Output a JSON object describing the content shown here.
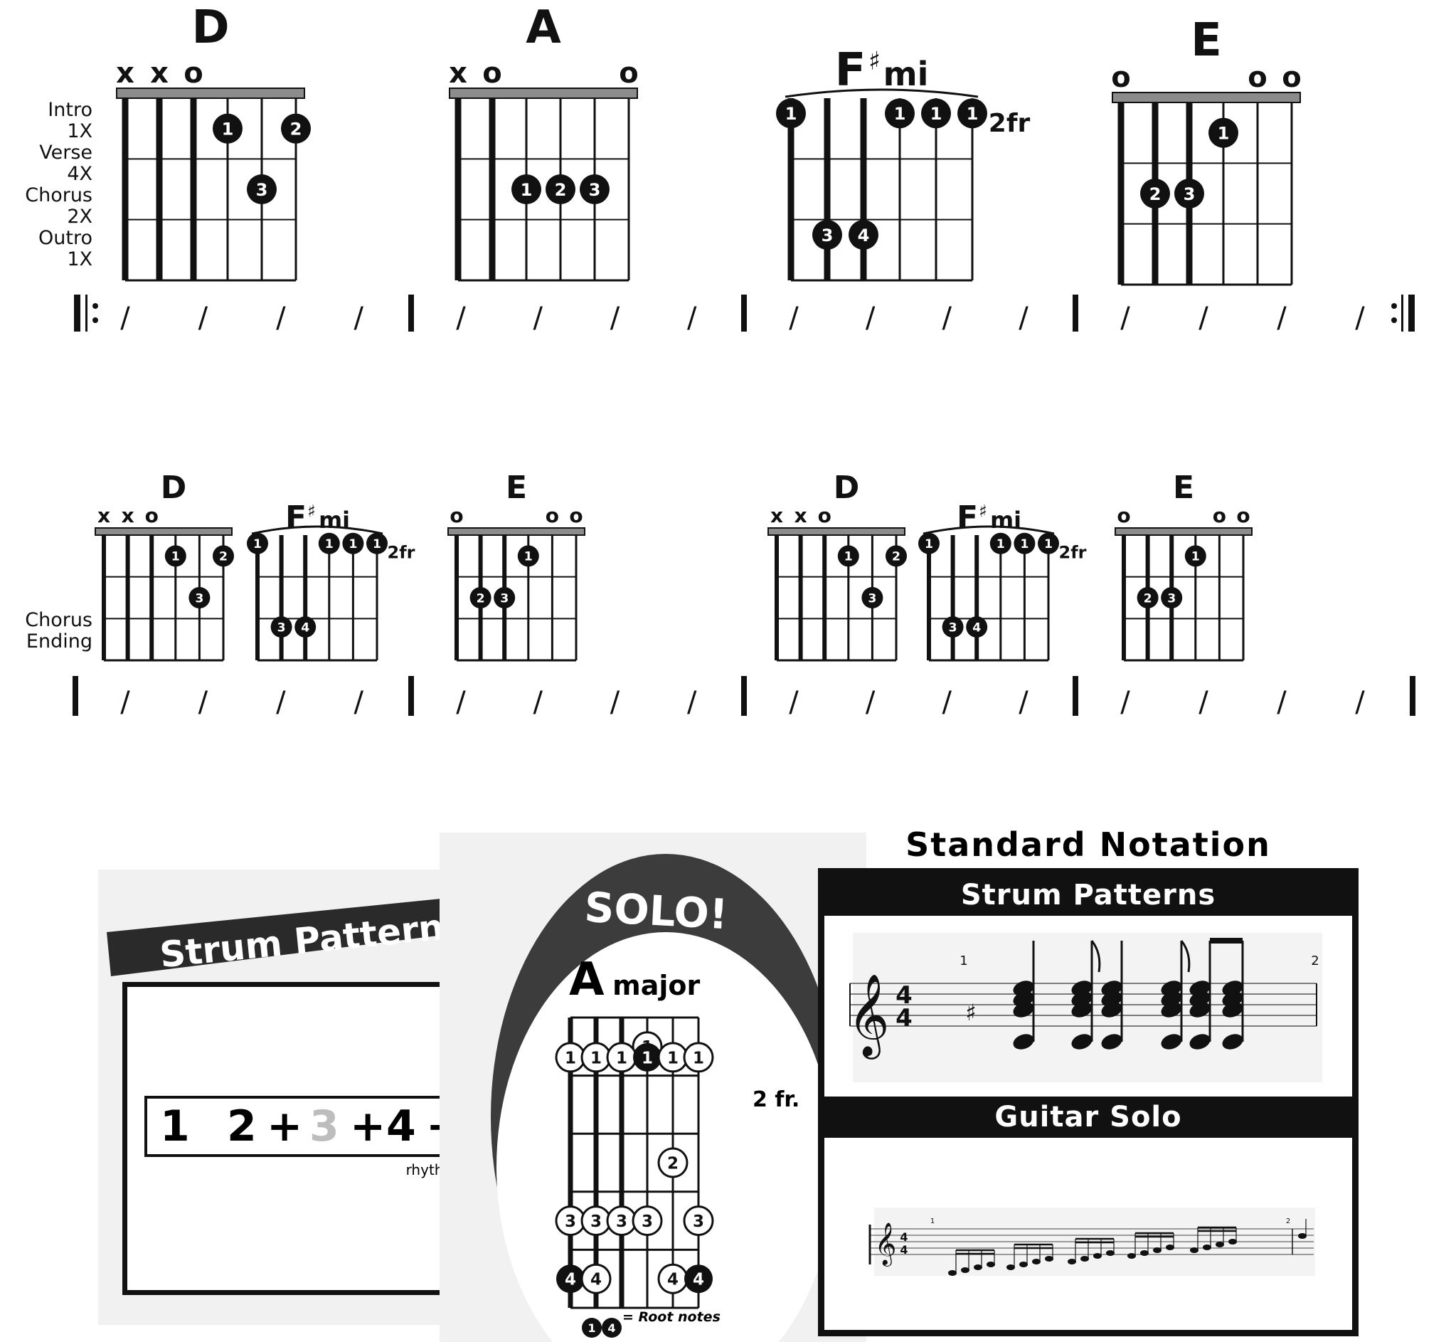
{
  "row1": {
    "chords": [
      {
        "name": "D",
        "top_marks": "x x o",
        "fingers": [
          "1",
          "2",
          "3"
        ]
      },
      {
        "name": "A",
        "top_marks": "x o      o",
        "fingers": [
          "1",
          "2",
          "3"
        ]
      },
      {
        "name": "F",
        "sharp": "♯",
        "suffix": "mi",
        "fret_label": "2fr",
        "fingers": [
          "1",
          "1",
          "1",
          "1",
          "3",
          "4"
        ]
      },
      {
        "name": "E",
        "top_marks": "o      o o",
        "fingers": [
          "1",
          "2",
          "3"
        ]
      }
    ],
    "section_labels": [
      "Intro",
      "1X",
      "Verse",
      "4X",
      "Chorus",
      "2X",
      "Outro",
      "1X"
    ],
    "slash": "/"
  },
  "row2": {
    "chords": [
      {
        "name": "D",
        "top_marks": "x x o"
      },
      {
        "name": "F",
        "sharp": "♯",
        "suffix": "mi",
        "fret_label": "2fr"
      },
      {
        "name": "E",
        "top_marks": "o     o o"
      },
      {
        "name": "D",
        "top_marks": "x x o"
      },
      {
        "name": "F",
        "sharp": "♯",
        "suffix": "mi",
        "fret_label": "2fr"
      },
      {
        "name": "E",
        "top_marks": "o     o o"
      }
    ],
    "section_labels": [
      "Chorus",
      "Ending"
    ]
  },
  "strum": {
    "banner": "Strum Patterns",
    "beats": [
      "1",
      "2",
      "+",
      "3",
      "+",
      "4",
      "+"
    ],
    "caption": "rhythm S"
  },
  "solo": {
    "banner": "SOLO!",
    "key_letter": "A",
    "key_word": "major",
    "fret_label": "2 fr.",
    "legend": "= Root notes",
    "legend_fingers": [
      "1",
      "4"
    ]
  },
  "notation": {
    "title": "Standard Notation",
    "strum_header": "Strum Patterns",
    "solo_header": "Guitar Solo",
    "time_sig": [
      "4",
      "4"
    ],
    "measure_numbers": [
      "1",
      "2"
    ]
  },
  "colors": {
    "ink": "#111111",
    "nut_gray": "#8c8c8c",
    "panel_gray": "#f1f1f1",
    "muted_beat": "#bdbdbd"
  }
}
